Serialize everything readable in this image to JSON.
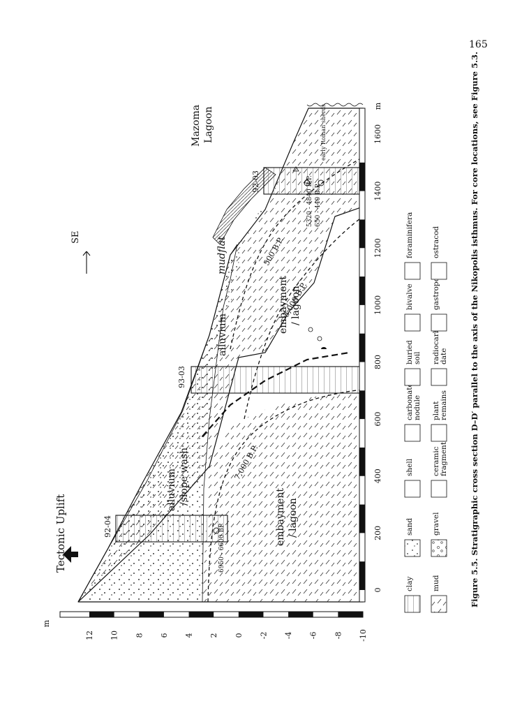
{
  "page_number": "165",
  "caption": "Figure 5.5. Stratigraphic cross section D–D′ parallel to the axis of the Nikopolis isthmus. For core locations, see Figure 5.3.",
  "labels": {
    "tectonic_uplift": "Tectonic Uplift",
    "mazoma": "Mazoma",
    "lagoon": "Lagoon",
    "se": "SE",
    "alluvium_slope_1": "alluvium",
    "alluvium_slope_2": "/slope wash",
    "alluvium_mid": "alluvium",
    "mudflat": "mudflat",
    "embayment_lower_1": "embayment",
    "embayment_lower_2": "/ lagoon",
    "embayment_upper_1": "embayment",
    "embayment_upper_2": "/ lagoon",
    "iso_7000": "7,000 B.P.",
    "iso_3000": "3,000 B.P.",
    "iso_500": "500 B.P.",
    "date_9204": "6950 - 6600 BP",
    "date_9203_a": "5320 - 4840 B.P.",
    "date_9203_b": "650 - 440 B.P.",
    "early_roman": "early Roman sherds"
  },
  "cores": [
    {
      "id": "92-04"
    },
    {
      "id": "93-03"
    },
    {
      "id": "92-03"
    }
  ],
  "axes": {
    "y_unit": "m",
    "y_ticks": [
      "12",
      "10",
      "8",
      "6",
      "4",
      "2",
      "0",
      "-2",
      "-4",
      "-6",
      "-8",
      "-10"
    ],
    "x_unit": "m",
    "x_ticks": [
      "0",
      "200",
      "400",
      "600",
      "800",
      "1000",
      "1200",
      "1400",
      "1600"
    ]
  },
  "legend": {
    "row1": [
      {
        "name": "clay"
      },
      {
        "name": "sand"
      },
      {
        "name": "shell"
      },
      {
        "name": "carbonate\nnodule"
      },
      {
        "name": "buried\nsoil"
      },
      {
        "name": "bivalve"
      },
      {
        "name": "foraminifera"
      }
    ],
    "row2": [
      {
        "name": "mud"
      },
      {
        "name": "gravel"
      },
      {
        "name": "ceramic\nfragments"
      },
      {
        "name": "plant\nremains"
      },
      {
        "name": "radiocarbon\ndate"
      },
      {
        "name": "gastropod"
      },
      {
        "name": "ostracod"
      }
    ]
  },
  "colors": {
    "ink": "#111111",
    "paper": "#ffffff"
  }
}
